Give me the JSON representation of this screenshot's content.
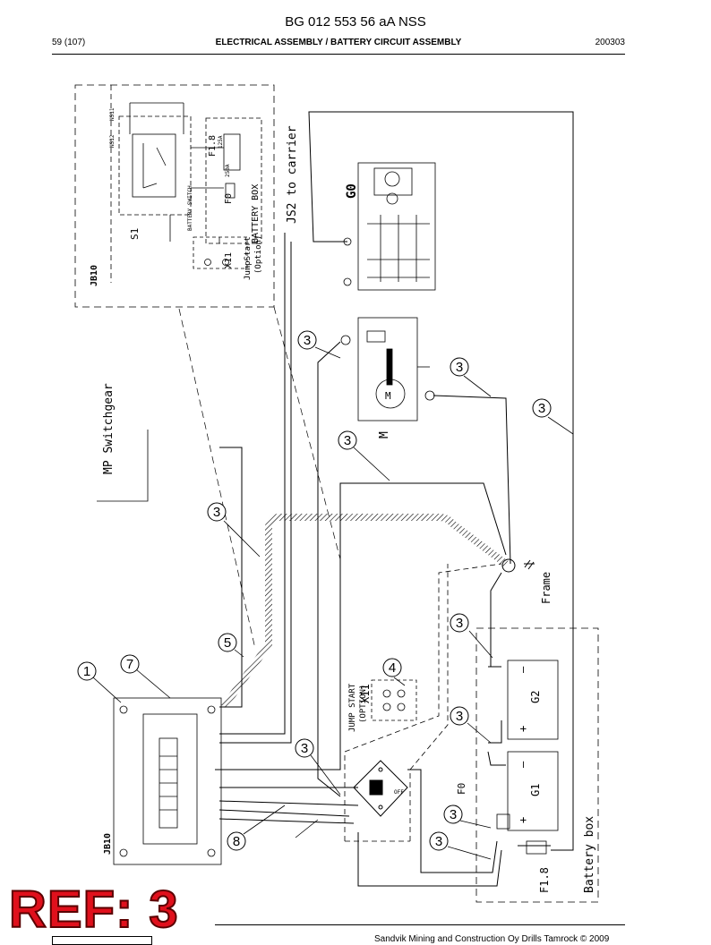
{
  "header": {
    "doc_code": "BG 012 553 56 aA NSS",
    "page": "59 (107)",
    "title": "ELECTRICAL ASSEMBLY / BATTERY CIRCUIT ASSEMBLY",
    "date": "200303"
  },
  "footer": {
    "copyright": "Sandvik Mining and Construction Oy Drills Tamrock © 2009",
    "ref_stamp": "REF: 3"
  },
  "diagram": {
    "labels": {
      "jb10_top": "JB10",
      "s1": "S1",
      "x11_top": "X11",
      "jump_start_top": "JumpStart",
      "option_top": "(Option)",
      "battery_box_top": "BATTERY BOX",
      "f1_8_top": "F1.8",
      "f0_top": "F0",
      "js2_to_carrier": "JS2 to carrier",
      "g0": "G0",
      "mp_switchgear": "MP Switchgear",
      "m": "M",
      "m_inner": "M",
      "frame": "Frame",
      "jump_start": "JUMP START",
      "option": "(OPTION)",
      "x11": "X11",
      "g2": "G2",
      "g1": "G1",
      "f0": "F0",
      "f1_8": "F1.8",
      "battery_box": "Battery box",
      "jb10_bottom": "JB10",
      "battery_switch": "BATTERY SWITCH",
      "ns12": "NS12",
      "ns11": "NS11",
      "rating_f1": "125A",
      "rating_f0": "250A",
      "off": "OFF",
      "plus1": "+",
      "minus1": "–",
      "plus2": "+",
      "minus2": "–"
    },
    "callouts": [
      "1",
      "7",
      "5",
      "3",
      "3",
      "3",
      "3",
      "3",
      "4",
      "3",
      "3",
      "3",
      "3",
      "8",
      "3"
    ]
  }
}
